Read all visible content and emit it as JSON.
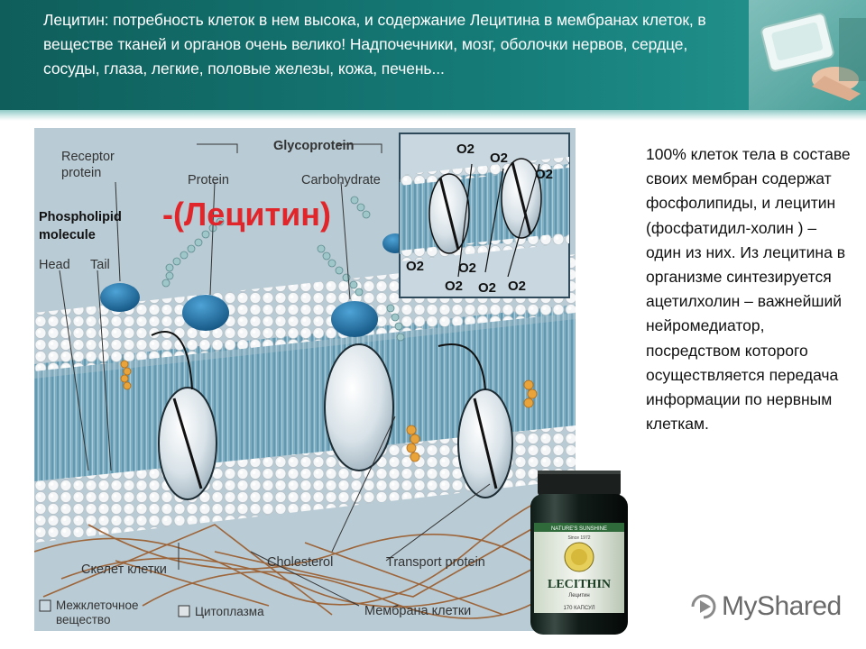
{
  "header": {
    "text": "Лецитин: потребность клеток в нем высока, и содержание Лецитина в мембранах клеток, в веществе тканей и органов очень велико! Надпочечники, мозг, оболочки нервов, сердце, сосуды, глаза, легкие, половые железы, кожа, печень..."
  },
  "diagram": {
    "glycoprotein": "Glycoprotein",
    "receptor_line1": "Receptor",
    "receptor_line2": "protein",
    "protein": "Protein",
    "carbohydrate": "Carbohydrate",
    "phospholipid_line1": "Phospholipid",
    "phospholipid_line2": "molecule",
    "head": "Head",
    "tail": "Tail",
    "lecithin_label": "-(Лецитин)",
    "inset_o2": "O2",
    "skeleton": "Скелет клетки",
    "cholesterol": "Cholesterol",
    "transport": "Transport protein",
    "membrane": "Мембрана клетки",
    "legend_extracellular_line1": "Межклеточное",
    "legend_extracellular_line2": "вещество",
    "legend_cytoplasm": "Цитоплазма",
    "colors": {
      "background": "#b9cbd4",
      "bilayer": "#8ab3c6",
      "lecithin": "#e0262a",
      "accent": "#1a6e9c"
    }
  },
  "side": {
    "text": "100% клеток тела в составе своих мембран содержат фосфолипиды, и лецитин (фосфатидил-холин ) – один из них. Из лецитина в организме синтезируется ацетилхолин – важнейший нейромедиатор, посредством которого осуществляется передача информации по нервным клеткам."
  },
  "bottle": {
    "brand": "NATURE'S SUNSHINE",
    "since": "Since 1972",
    "product": "LECITHIN",
    "product_ru": "Лецитин",
    "count": "170 КАПСУЛ"
  },
  "watermark": {
    "text": "MyShared",
    "icon": "play-icon"
  }
}
